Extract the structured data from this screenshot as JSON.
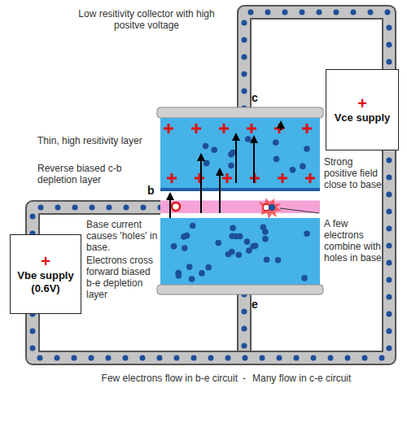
{
  "diagram": {
    "nodes": [
      {
        "text": [
          "+",
          "Vce supply"
        ]
      },
      {
        "text": [
          "+",
          "Vbe supply (0.6V)"
        ]
      }
    ],
    "edges": [
      {
        "from": 1,
        "to": 0,
        "arrow": "none"
      }
    ],
    "labels": [
      "Low resitivity collector with high positve voltage",
      "c",
      "Thin, high resitivity layer",
      "Strong positive field close to base",
      "Reverse biased c-b depletion layer",
      "b",
      "Base current causes 'holes' in base.",
      "Electrons cross forward biased b-e depletion layer",
      "A few electrons combine with holes in base",
      "e",
      "Few electrons flow in b-e circuit",
      "-",
      "Many flow in c-e circuit"
    ]
  }
}
